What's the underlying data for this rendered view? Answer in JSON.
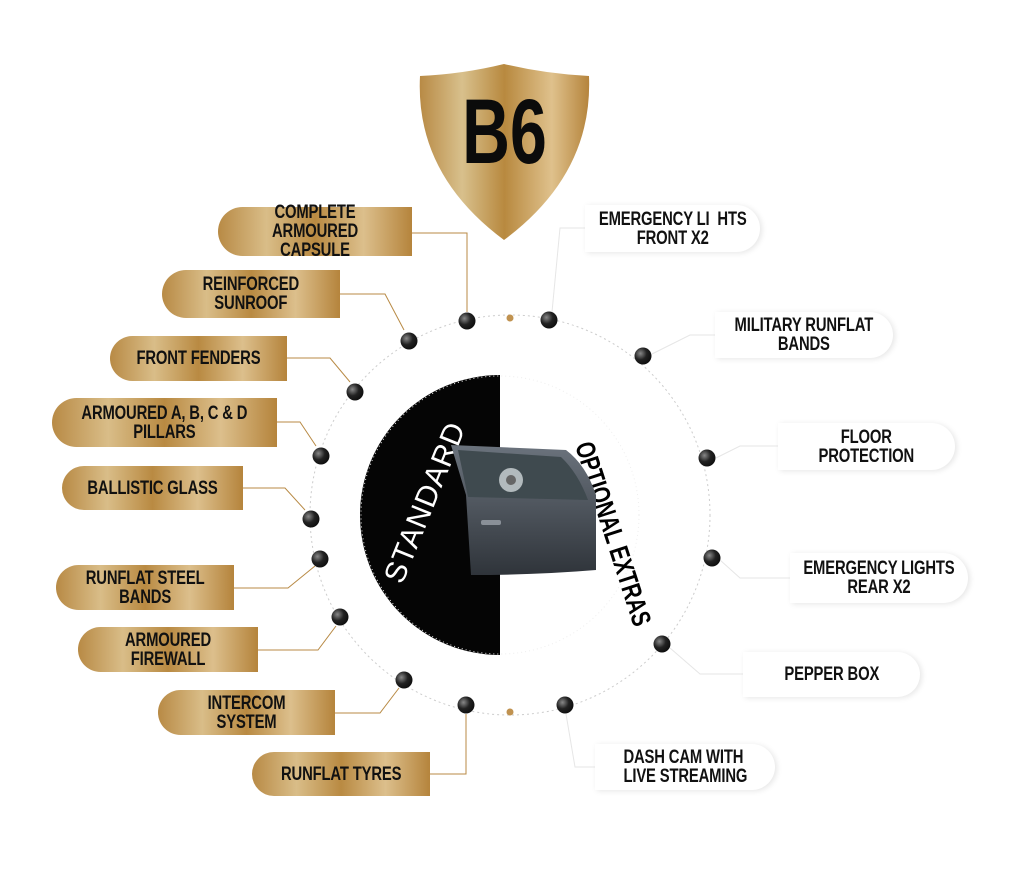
{
  "badge": {
    "label": "B6"
  },
  "center": {
    "standard_label": "STANDARD",
    "optional_label": "OPTIONAL EXTRAS"
  },
  "standard_features": [
    "COMPLETE ARMOURED\nCAPSULE",
    "REINFORCED\nSUNROOF",
    "FRONT FENDERS",
    "ARMOURED A, B, C & D\nPILLARS",
    "BALLISTIC GLASS",
    "RUNFLAT STEEL\nBANDS",
    "ARMOURED FIREWALL",
    "INTERCOM SYSTEM",
    "RUNFLAT TYRES"
  ],
  "optional_extras": [
    "EMERGENCY LI  HTS\nFRONT X2",
    "MILITARY RUNFLAT\nBANDS",
    "FLOOR\nPROTECTION",
    "EMERGENCY LIGHTS\nREAR X2",
    "PEPPER BOX",
    "DASH CAM WITH\nLIVE STREAMING"
  ],
  "colors": {
    "gold": "#b98a42",
    "black": "#000000"
  }
}
